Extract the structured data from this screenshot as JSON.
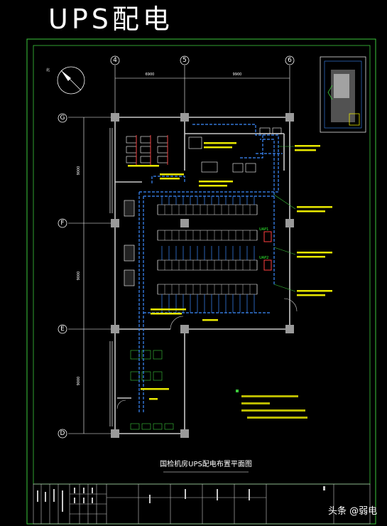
{
  "header": {
    "title": "UPS配电"
  },
  "drawing": {
    "caption": "国检机房UPS配电布置平面图",
    "grid_columns": [
      "4",
      "5",
      "6"
    ],
    "grid_rows": [
      "G",
      "F",
      "E",
      "D"
    ],
    "panels": [
      "UAP1",
      "UAP2"
    ]
  },
  "watermark": {
    "text": "头条 @弱电"
  },
  "colors": {
    "background": "#000000",
    "frame": "#3cc83c",
    "cable_tray": "#3c8cff",
    "annotation": "#e8e800",
    "walls": "#c8c8c8"
  }
}
